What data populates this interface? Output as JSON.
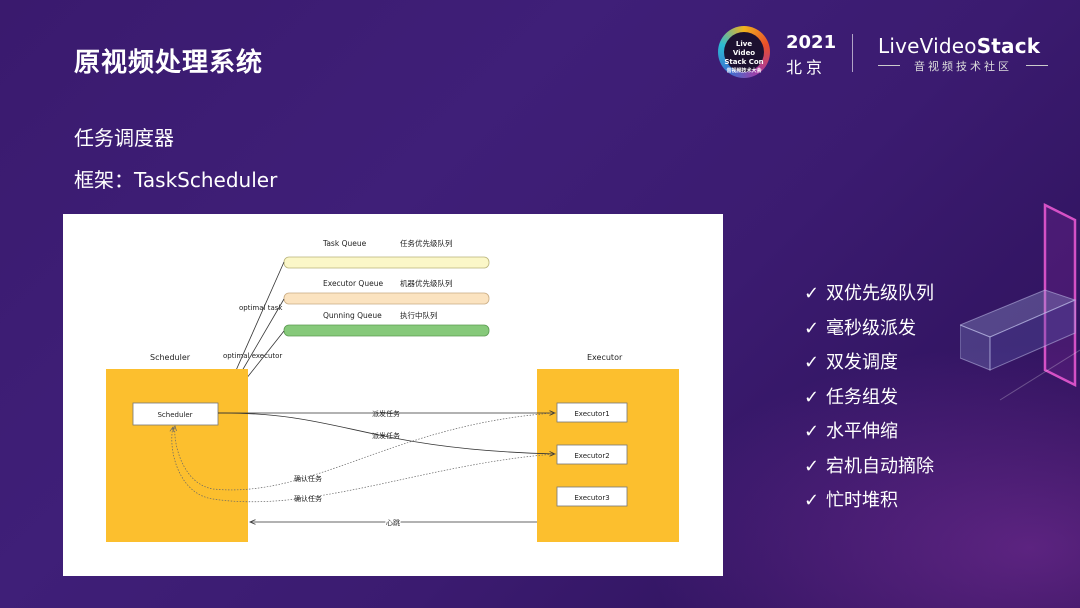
{
  "slide": {
    "title": "原视频处理系统",
    "subtitle": "任务调度器",
    "framework": "框架：TaskScheduler"
  },
  "header": {
    "conference_logo_lines": [
      "Live Video",
      "Stack Con",
      "音视频技术大会"
    ],
    "year": "2021",
    "city": "北京",
    "brand_prefix": "LiveVideo",
    "brand_suffix": "Stack",
    "brand_tagline": "音视频技术社区"
  },
  "diagram": {
    "queues": [
      {
        "name": "Task Queue",
        "desc": "任务优先级队列",
        "color": "#fbf7c8"
      },
      {
        "name": "Executor Queue",
        "desc": "机器优先级队列",
        "color": "#fbe3c0"
      },
      {
        "name": "Qunning Queue",
        "desc": "执行中队列",
        "color": "#86c97a"
      }
    ],
    "labels": {
      "optimal_task": "optimal task",
      "optimal_executor": "optimal executor",
      "scheduler_panel": "Scheduler",
      "scheduler_box": "Scheduler",
      "executor_panel": "Executor",
      "dispatch1": "派发任务",
      "dispatch2": "派发任务",
      "confirm1": "确认任务",
      "confirm2": "确认任务",
      "heartbeat": "心跳"
    },
    "executors": [
      "Executor1",
      "Executor2",
      "Executor3"
    ],
    "panel_color": "#fcbf2e"
  },
  "features": [
    "双优先级队列",
    "毫秒级派发",
    "双发调度",
    "任务组发",
    "水平伸缩",
    "宕机自动摘除",
    "忙时堆积"
  ],
  "check_symbol": "✓"
}
